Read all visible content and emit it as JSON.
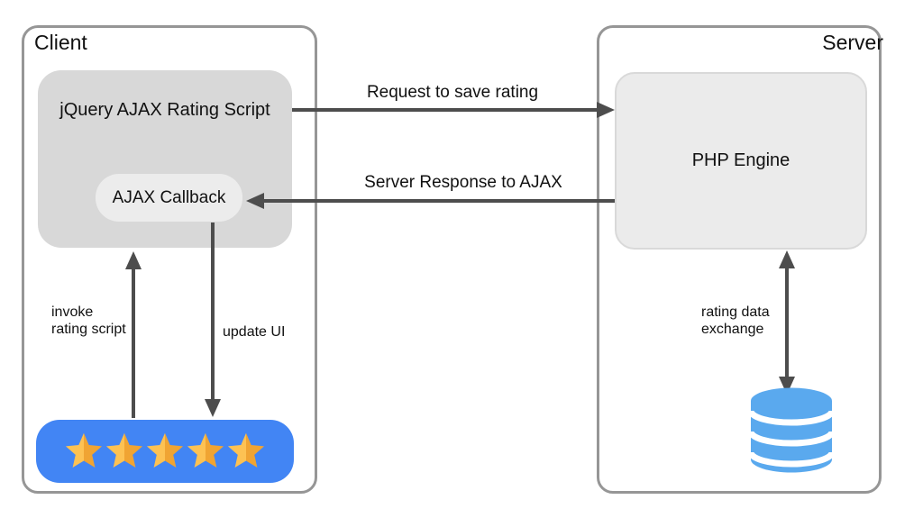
{
  "client": {
    "title": "Client",
    "script_box_label": "jQuery AJAX Rating Script",
    "callback_box_label": "AJAX Callback"
  },
  "server": {
    "title": "Server",
    "engine_box_label": "PHP Engine"
  },
  "flows": {
    "request_label": "Request to save rating",
    "response_label": "Server Response to AJAX",
    "invoke_line1": "invoke",
    "invoke_line2": "rating script",
    "update_label": "update UI",
    "exchange_line1": "rating data",
    "exchange_line2": "exchange"
  },
  "rating": {
    "stars": 5
  },
  "icons": {
    "database": "database-cylinder-icon",
    "star": "star-icon"
  },
  "colors": {
    "border_gray": "#969696",
    "box_gray": "#d8d8d8",
    "box_light": "#ececec",
    "php_gray": "#ebebeb",
    "php_border": "#d9d9d9",
    "arrow": "#4d4d4d",
    "accent_blue": "#4285f4",
    "db_blue": "#5aa9ee",
    "star_light": "#fdc253",
    "star_dark": "#f0a433"
  }
}
